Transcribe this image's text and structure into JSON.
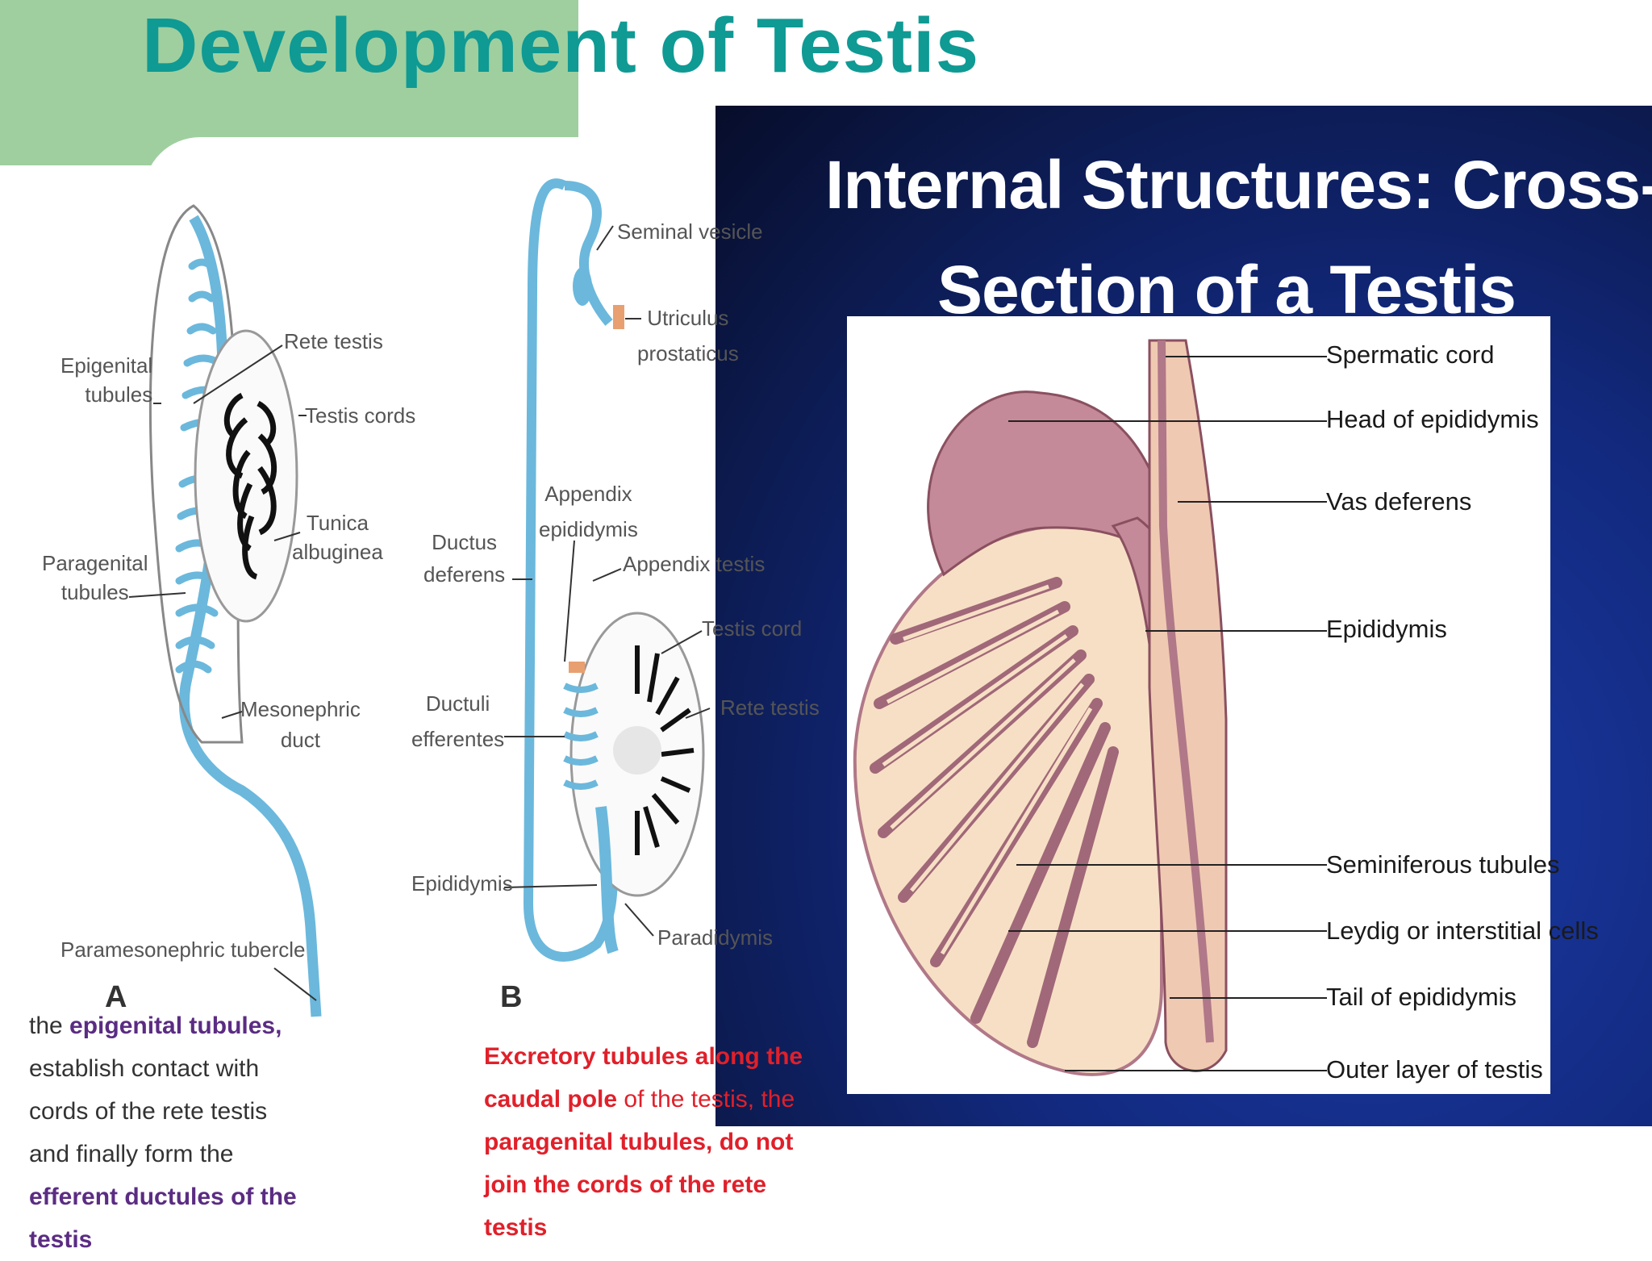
{
  "page": {
    "title": "Development of Testis"
  },
  "left_diagram": {
    "labels": {
      "rete_testis": "Rete testis",
      "epigenital_tubules": "Epigenital\ntubules",
      "testis_cords": "Testis cords",
      "tunica_albuginea": "Tunica\nalbuginea",
      "paragenital_tubules": "Paragenital\ntubules",
      "mesonephric_duct": "Mesonephric\nduct",
      "paramesonephric_tubercle": "Paramesonephric tubercle",
      "panel_letter": "A"
    },
    "caption_parts": [
      "the ",
      "epigenital",
      " ",
      "tubules,",
      " establish contact with cords of the rete testis and finally form the ",
      "efferent",
      " ",
      "ductules of the testis"
    ]
  },
  "middle_diagram": {
    "labels": {
      "seminal_vesicle": "Seminal vesicle",
      "utriculus_prostaticus": "Utriculus\nprostaticus",
      "appendix_epididymis": "Appendix\nepididymis",
      "ductus_deferens": "Ductus\ndeferens",
      "appendix_testis": "Appendix testis",
      "testis_cord": "Testis cord",
      "ductuli_efferentes": "Ductuli\nefferentes",
      "rete_testis": "Rete testis",
      "epididymis": "Epididymis",
      "paradidymis": "Paradidymis",
      "panel_letter": "B"
    },
    "caption_parts": [
      "Excretory tubules along the caudal pole",
      " of the testis, the ",
      "paragenital tubules, do not join the cords of the rete testis"
    ]
  },
  "right_panel": {
    "title_line1": "Internal Structures: Cross-",
    "title_line2": "Section of a Testis",
    "labels": {
      "spermatic_cord": "Spermatic cord",
      "head_of_epididymis": "Head of epididymis",
      "vas_deferens": "Vas deferens",
      "epididymis": "Epididymis",
      "seminiferous_tubules": "Seminiferous tubules",
      "leydig_cells": "Leydig or interstitial cells",
      "tail_of_epididymis": "Tail of epididymis",
      "outer_layer": "Outer layer of testis"
    }
  },
  "colors": {
    "title": "#0f9a94",
    "green_tab": "#9fcf9f",
    "duct_blue": "#6bb8dc",
    "tubule_pink": "#b07888",
    "tissue_beige": "#f7dfc5",
    "caption_purple": "#5b2c83",
    "caption_red": "#e0202a"
  }
}
